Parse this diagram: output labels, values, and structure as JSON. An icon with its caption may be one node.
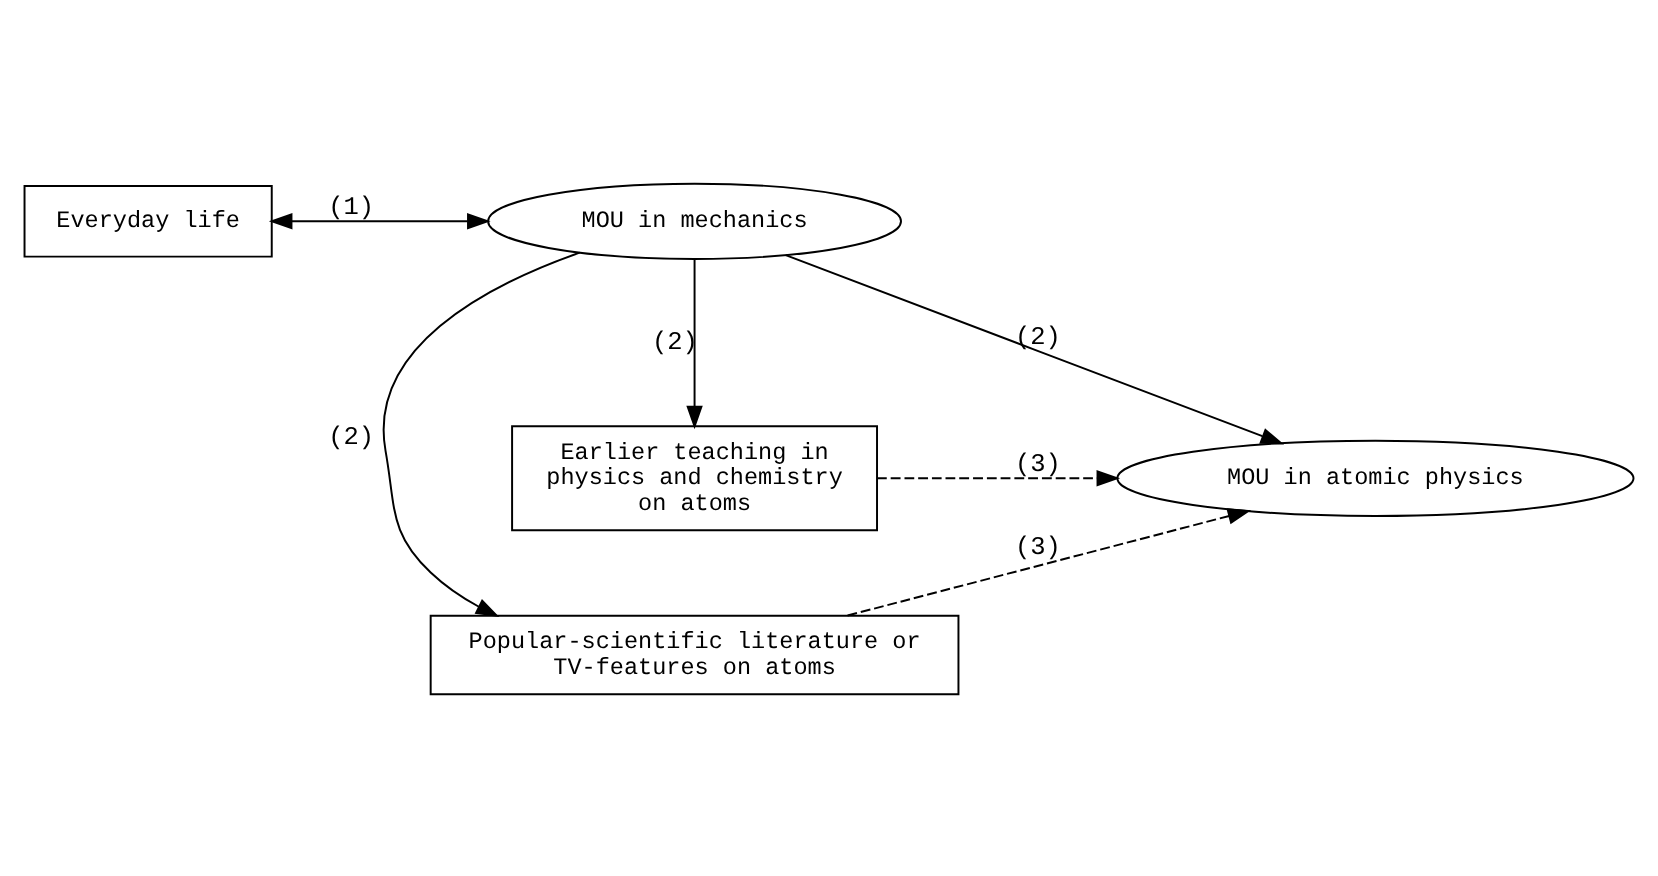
{
  "diagram": {
    "nodes": [
      {
        "text": [
          "Popular-scientific literature or TV-features on atoms"
        ]
      },
      {
        "text": [
          "Everyday life"
        ]
      },
      {
        "text": [
          "MOU in mechanics"
        ]
      },
      {
        "text": [
          "MOU in atomic physics"
        ]
      },
      {
        "text": [
          "Earlier teaching in physics and chemistry on atoms"
        ]
      }
    ],
    "edges": [
      {
        "from": 1,
        "to": 2,
        "arrow": "both",
        "label": "(1)"
      },
      {
        "from": 2,
        "to": 0,
        "arrow": "to",
        "label": "(2)"
      },
      {
        "from": 2,
        "to": 3,
        "arrow": "to",
        "label": "(2)"
      },
      {
        "from": 2,
        "to": 4,
        "arrow": "to",
        "label": "(2)"
      },
      {
        "from": 0,
        "to": 3,
        "arrow": "to",
        "label": "(3)",
        "style": "dashed"
      },
      {
        "from": 4,
        "to": 3,
        "arrow": "to",
        "label": "(3)",
        "style": "dashed"
      }
    ]
  }
}
